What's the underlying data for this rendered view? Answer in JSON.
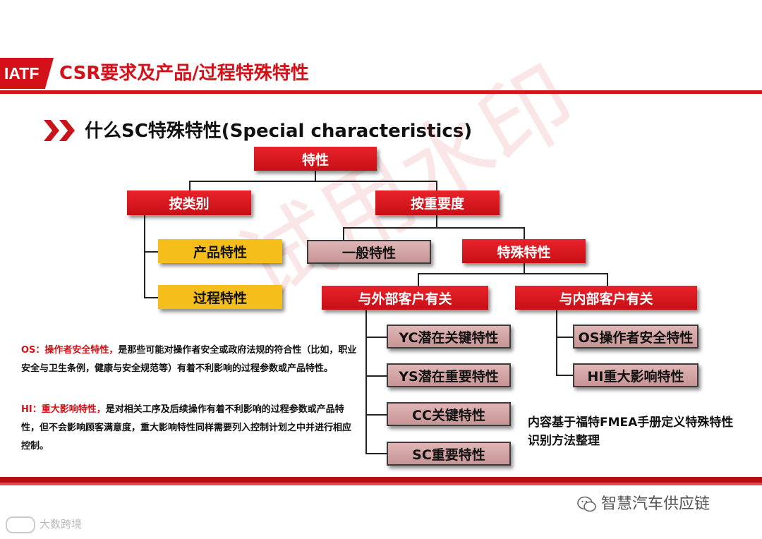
{
  "header": {
    "tag": "IATF",
    "title": "CSR要求及产品/过程特殊特性"
  },
  "section": {
    "title": "什么SC特殊特性(Special characteristics)"
  },
  "tree": {
    "root": "特性",
    "by_category": "按类别",
    "by_importance": "按重要度",
    "product": "产品特性",
    "process": "过程特性",
    "general": "一般特性",
    "special": "特殊特性",
    "external": "与外部客户有关",
    "internal": "与内部客户有关",
    "yc": "YC潜在关键特性",
    "ys": "YS潜在重要特性",
    "cc": "CC关键特性",
    "sc": "SC重要特性",
    "os": "OS操作者安全特性",
    "hi": "HI重大影响特性"
  },
  "desc": {
    "os_label": "OS：操作者安全特性，",
    "os_text": "是那些可能对操作者安全或政府法规的符合性（比如，职业安全与卫生条例，健康与安全规范等）有着不利影响的过程参数或产品特性。",
    "hi_label": "HI：重大影响特性，",
    "hi_text": "是对相关工序及后续操作有着不利影响的过程参数或产品特性，但不会影响顾客满意度，重大影响特性同样需要列入控制计划之中并进行相应控制。"
  },
  "note": "内容基于福特FMEA手册定义特殊特性识别方法整理",
  "watermark": "试用水印",
  "footer": {
    "wechat": "智慧汽车供应链",
    "brand": "大数跨境"
  },
  "colors": {
    "accent": "#d41118",
    "yellow": "#f5be1a",
    "pink": "#d8a8a8"
  }
}
